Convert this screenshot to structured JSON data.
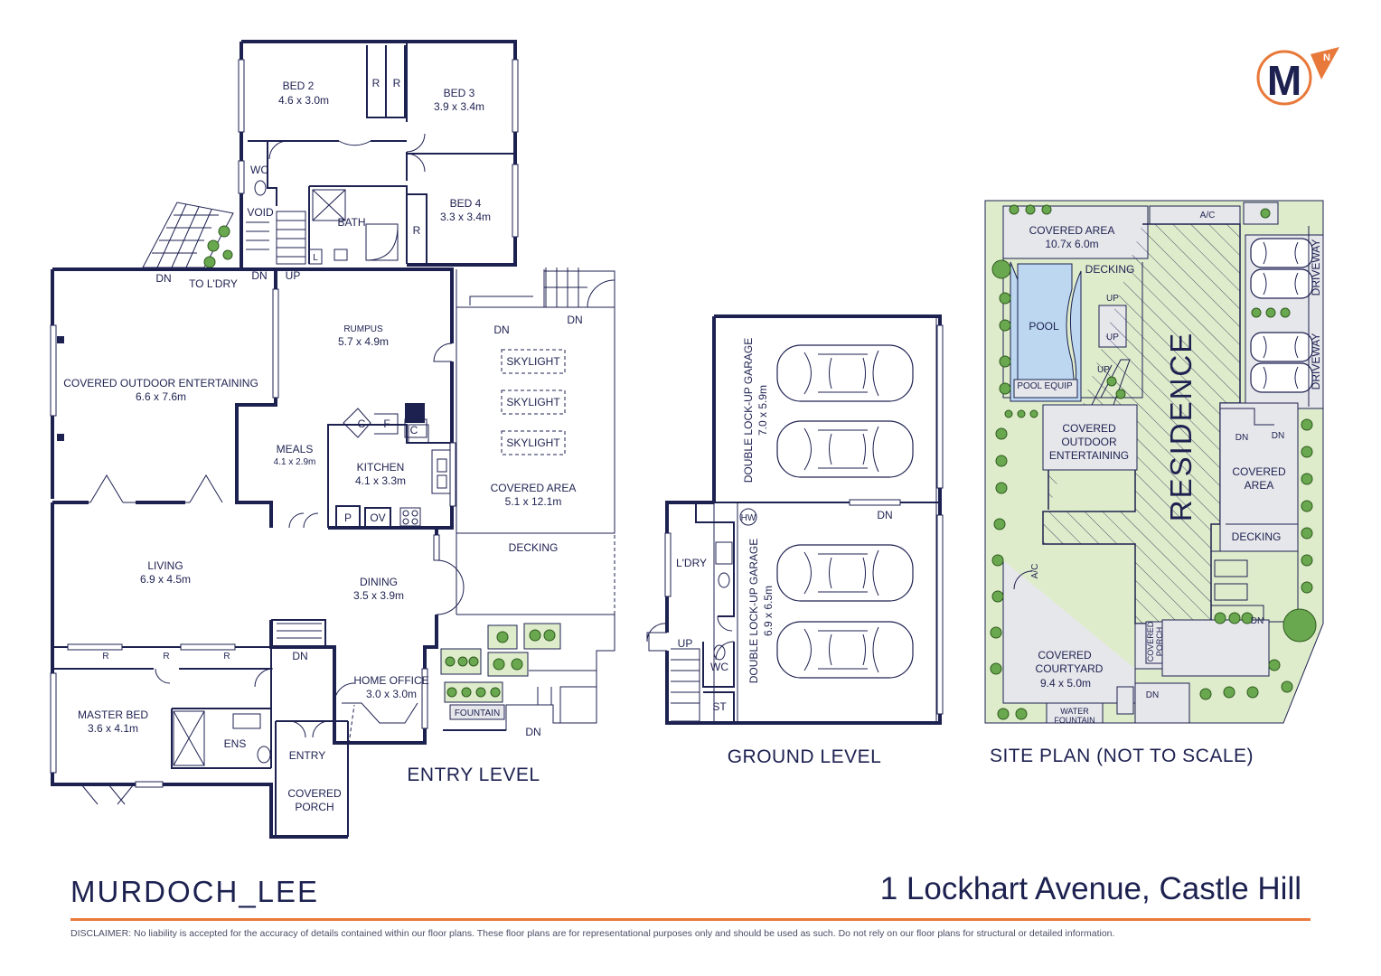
{
  "brand": {
    "name": "MURDOCH_LEE",
    "logo_letter": "M",
    "logo_letter_small": "N",
    "accent_color": "#e8793a",
    "ink_color": "#1d2150"
  },
  "address": "1 Lockhart Avenue, Castle Hill",
  "disclaimer": "DISCLAIMER: No liability is accepted for the accuracy of details contained within our floor plans. These floor plans are for representational purposes only and should be used as such. Do not rely on our floor plans for structural or detailed information.",
  "levels": {
    "entry": "ENTRY LEVEL",
    "ground": "GROUND  LEVEL",
    "site": "SITE PLAN (NOT TO SCALE)"
  },
  "entry_rooms": {
    "bed2": {
      "name": "BED 2",
      "dims": "4.6 x 3.0m"
    },
    "bed3": {
      "name": "BED 3",
      "dims": "3.9 x 3.4m"
    },
    "bed4": {
      "name": "BED 4",
      "dims": "3.3 x 3.4m"
    },
    "wc": "WC",
    "void": "VOID",
    "bath": "BATH",
    "robe": "R",
    "linen": "L",
    "dn": "DN",
    "up": "UP",
    "to_ldry": "TO L'DRY",
    "covered_outdoor": {
      "name": "COVERED OUTDOOR  ENTERTAINING",
      "dims": "6.6 x 7.6m"
    },
    "rumpus": {
      "name": "RUMPUS",
      "dims": "5.7 x 4.9m"
    },
    "meals": {
      "name": "MEALS",
      "dims": "4.1 x 2.9m"
    },
    "kitchen": {
      "name": "KITCHEN",
      "dims": "4.1 x 3.3m"
    },
    "pantry": "P",
    "oven": "OV",
    "cupboard": "C",
    "fridge": "F",
    "skylight": "SKYLIGHT",
    "covered_area": {
      "name": "COVERED AREA",
      "dims": "5.1 x 12.1m"
    },
    "decking": "DECKING",
    "living": {
      "name": "LIVING",
      "dims": "6.9 x 4.5m"
    },
    "dining": {
      "name": "DINING",
      "dims": "3.5 x 3.9m"
    },
    "master_bed": {
      "name": "MASTER BED",
      "dims": "3.6 x 4.1m"
    },
    "ens": "ENS",
    "entry": "ENTRY",
    "covered_porch": [
      "COVERED",
      "PORCH"
    ],
    "home_office": {
      "name": "HOME OFFICE",
      "dims": "3.0 x 3.0m"
    },
    "fountain": "FOUNTAIN"
  },
  "ground_rooms": {
    "garage_top": {
      "name": "DOUBLE LOCK-UP GARAGE",
      "dims": "7.0 x 5.9m"
    },
    "garage_bottom": {
      "name": "DOUBLE LOCK-UP GARAGE",
      "dims": "6.9 x 6.5m"
    },
    "ldry": "L'DRY",
    "hw": "HW",
    "wc": "WC",
    "st": "ST",
    "up": "UP",
    "dn": "DN"
  },
  "site": {
    "covered_area_top": {
      "name": "COVERED AREA",
      "dims": "10.7x 6.0m"
    },
    "ac": "A/C",
    "decking": "DECKING",
    "pool": "POOL",
    "pool_equip": "POOL EQUIP",
    "up": "UP",
    "driveway": "DRIVEWAY",
    "residence": "RESIDENCE",
    "covered_outdoor": [
      "COVERED",
      "OUTDOOR",
      "ENTERTAINING"
    ],
    "dn": "DN",
    "covered_area_side": [
      "COVERED",
      "AREA"
    ],
    "covered_porch": [
      "COVERED",
      "PORCH"
    ],
    "covered_courtyard": {
      "name": "COVERED",
      "name2": "COURTYARD",
      "dims": "9.4 x 5.0m"
    },
    "water_fountain": [
      "WATER",
      "FOUNTAIN"
    ]
  }
}
